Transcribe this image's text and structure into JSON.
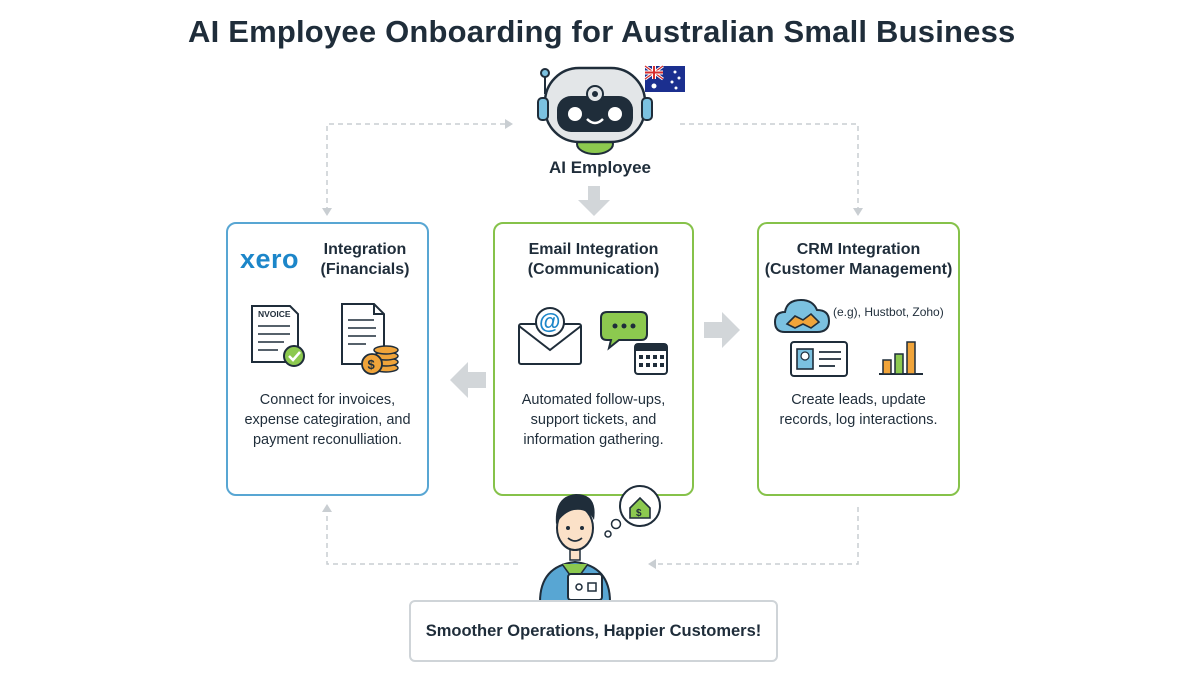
{
  "title": "AI Employee Onboarding for Australian Small Business",
  "center": {
    "label": "AI Employee",
    "flag": "australia-flag-icon"
  },
  "cards": {
    "xero": {
      "logo": "xero",
      "title_line1": "Integration",
      "title_line2": "(Financials)",
      "invoice_label": "NVOICE",
      "desc_line1": "Connect for invoices,",
      "desc_line2": "expense categiration, and",
      "desc_line3": "payment reconulliation."
    },
    "email": {
      "title_line1": "Email Integration",
      "title_line2": "(Communication)",
      "desc_line1": "Automated follow-ups,",
      "desc_line2": "support tickets, and",
      "desc_line3": "information gathering."
    },
    "crm": {
      "title_line1": "CRM Integration",
      "title_line2": "(Customer Management)",
      "examples": "(e.g), Hustbot, Zoho)",
      "desc_line1": "Create leads, update",
      "desc_line2": "records, log interactions."
    }
  },
  "banner": {
    "text": "Smoother Operations, Happier Customers!"
  },
  "colors": {
    "xero_border": "#58a6d3",
    "green_border": "#86c24a",
    "xero_brand": "#1c86c9",
    "arrow": "#cfd3d6"
  }
}
